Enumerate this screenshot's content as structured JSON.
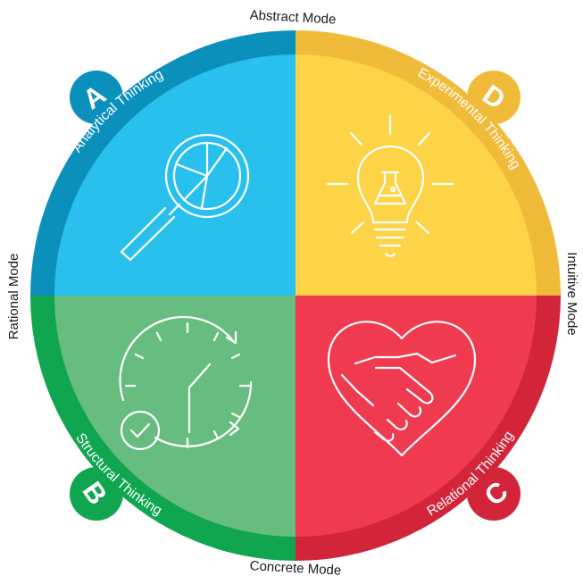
{
  "modes": {
    "top": "Abstract Mode",
    "bottom": "Concrete Mode",
    "left": "Rational Mode",
    "right": "Intuitive Mode"
  },
  "quadrants": [
    {
      "key": "analytical",
      "letter": "A",
      "label": "Analytical Thinking",
      "icon": "magnifier-pie-chart-icon",
      "fill": "#29C0EE",
      "ring": "#0B90BC"
    },
    {
      "key": "experimental",
      "letter": "D",
      "label": "Experimental Thinking",
      "icon": "lightbulb-flask-icon",
      "fill": "#FDD448",
      "ring": "#F1BB3A"
    },
    {
      "key": "structural",
      "letter": "B",
      "label": "Structural Thinking",
      "icon": "clock-check-icon",
      "fill": "#67BD7F",
      "ring": "#10A64F"
    },
    {
      "key": "relational",
      "letter": "C",
      "label": "Relational Thinking",
      "icon": "heart-handshake-icon",
      "fill": "#EF3A50",
      "ring": "#D2253A"
    }
  ]
}
